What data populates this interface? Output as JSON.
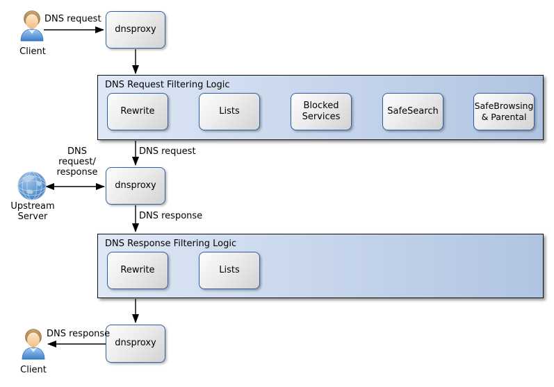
{
  "nodes": {
    "dnsproxy_top": "dnsproxy",
    "dnsproxy_mid": "dnsproxy",
    "dnsproxy_bottom": "dnsproxy"
  },
  "actors": {
    "client_top": "Client",
    "client_bottom": "Client",
    "upstream_server": "Upstream Server"
  },
  "containers": {
    "request": {
      "title": "DNS Request Filtering Logic",
      "steps": [
        "Rewrite",
        "Lists",
        "Blocked Services",
        "SafeSearch",
        "SafeBrowsing & Parental"
      ]
    },
    "response": {
      "title": "DNS Response Filtering Logic",
      "steps": [
        "Rewrite",
        "Lists"
      ]
    }
  },
  "edge_labels": {
    "client_request": "DNS request",
    "filtered_request": "DNS request",
    "upstream_exchange": "DNS request/ response",
    "upstream_response": "DNS response",
    "client_response": "DNS response"
  },
  "colors": {
    "node_border": "#2d5fa2",
    "node_fill_light": "#fdfdfd",
    "node_fill_dark": "#d3d3d3",
    "group_fill_left": "#dfe8f6",
    "group_fill_right": "#b0c4e1",
    "group_border": "#0c0c0c",
    "arrow": "#000000",
    "shirt_blue": "#4d8ed6",
    "skin": "#f9d4a4",
    "hair": "#b28d5d",
    "globe_blue": "#5b93cd"
  }
}
